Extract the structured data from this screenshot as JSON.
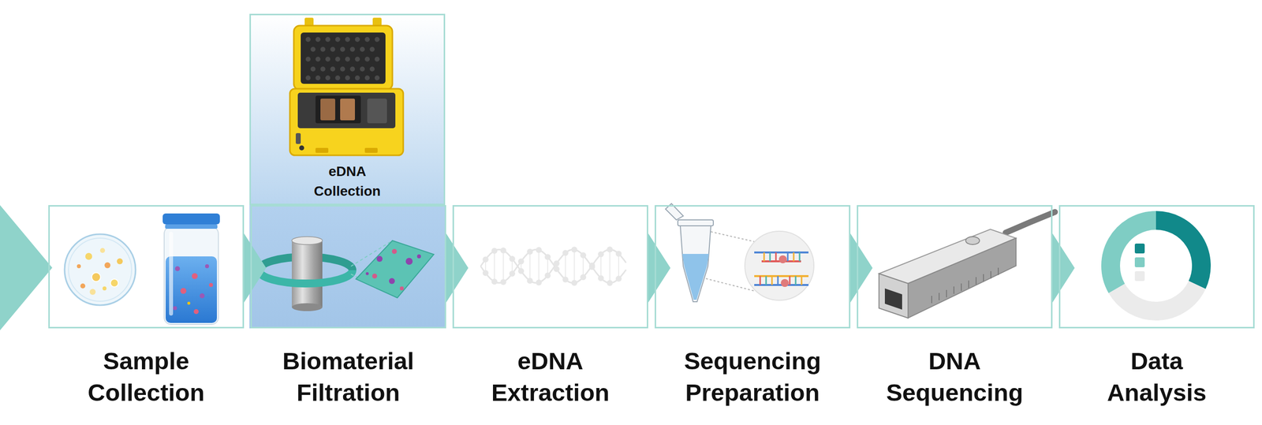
{
  "diagram": {
    "nodes": [
      {
        "text": [
          "eDNA Collection"
        ]
      },
      {
        "text": [
          "Sample Collection"
        ]
      },
      {
        "text": [
          "Biomaterial Filtration"
        ]
      },
      {
        "text": [
          "eDNA Extraction"
        ]
      },
      {
        "text": [
          "Sequencing Preparation"
        ]
      },
      {
        "text": [
          "DNA Sequencing"
        ]
      },
      {
        "text": [
          "Data Analysis"
        ]
      }
    ],
    "edges": [
      {
        "from": 1,
        "to": 2,
        "arrow": "to"
      },
      {
        "from": 2,
        "to": 3,
        "arrow": "to"
      },
      {
        "from": 3,
        "to": 4,
        "arrow": "to"
      },
      {
        "from": 4,
        "to": 5,
        "arrow": "to"
      },
      {
        "from": 5,
        "to": 6,
        "arrow": "to"
      }
    ]
  }
}
